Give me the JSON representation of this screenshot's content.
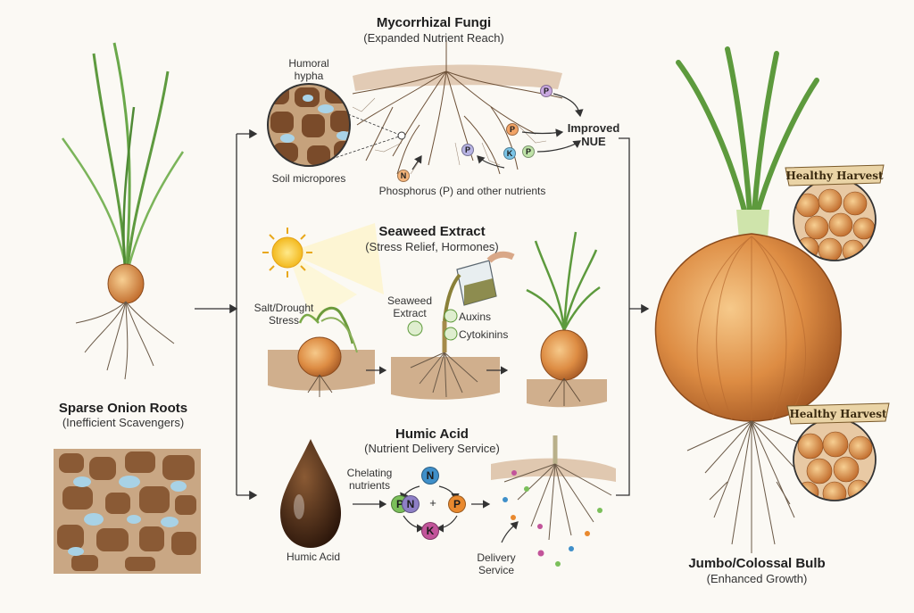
{
  "left": {
    "title": "Sparse Onion Roots",
    "subtitle": "(Inefficient Scavengers)"
  },
  "mycorrhizal": {
    "title": "Mycorrhizal Fungi",
    "subtitle": "(Expanded Nutrient Reach)",
    "hypha_label": "Humoral\nhypha",
    "micropores_label": "Soil micropores",
    "nutrients_label": "Phosphorus (P) and other nutrients",
    "nue_label": "Improved\nNUE",
    "nutrient_badges": [
      "N",
      "P",
      "K",
      "P",
      "P",
      "P"
    ]
  },
  "seaweed": {
    "title": "Seaweed Extract",
    "subtitle": "(Stress Relief, Hormones)",
    "stress_label": "Salt/Drought\nStress",
    "extract_label": "Seaweed\nExtract",
    "hormones": [
      "Auxins",
      "Cytokinins"
    ]
  },
  "humic": {
    "title": "Humic Acid",
    "subtitle": "(Nutrient Delivery Service)",
    "drop_label": "Humic Acid",
    "chelating_label": "Chelating\nnutrients",
    "delivery_label": "Delivery\nService",
    "cycle": [
      "N",
      "P",
      "K",
      "N",
      "P"
    ],
    "plus": "+"
  },
  "right": {
    "title": "Jumbo/Colossal Bulb",
    "subtitle": "(Enhanced Growth)",
    "banners": [
      "Healthy Harvest",
      "Healthy Harvest"
    ]
  },
  "colors": {
    "N": "#3f8fc9",
    "P": "#e9892e",
    "K": "#c2549a",
    "P_light": "#8e7fc6",
    "green": "#7bbf5a"
  }
}
